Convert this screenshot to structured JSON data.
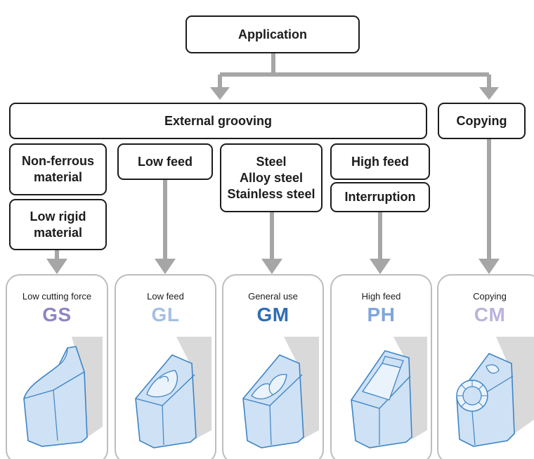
{
  "top": {
    "label": "Application"
  },
  "categories": {
    "external": "External grooving",
    "copying": "Copying"
  },
  "conditions": [
    {
      "label": "Non-ferrous\nmaterial"
    },
    {
      "label": "Low rigid\nmaterial"
    },
    {
      "label": "Low feed"
    },
    {
      "label": "Steel\nAlloy steel\nStainless steel"
    },
    {
      "label": "High feed"
    },
    {
      "label": "Interruption"
    }
  ],
  "chipbreakers": [
    {
      "use": "Low cutting force",
      "code": "GS",
      "color": "#8e86c2",
      "icon": "insert-gs-icon"
    },
    {
      "use": "Low feed",
      "code": "GL",
      "color": "#a3bfe4",
      "icon": "insert-gl-icon"
    },
    {
      "use": "General use",
      "code": "GM",
      "color": "#2f6eb5",
      "icon": "insert-gm-icon"
    },
    {
      "use": "High feed",
      "code": "PH",
      "color": "#7ea6dc",
      "icon": "insert-ph-icon"
    },
    {
      "use": "Copying",
      "code": "CM",
      "color": "#bcb3dc",
      "icon": "insert-cm-icon"
    }
  ],
  "colors": {
    "arrow": "#a6a6a6",
    "box_border": "#1c1c1c",
    "card_border": "#bdbdbd",
    "insert_fill": "#cfe1f4",
    "insert_stroke": "#3d85c6",
    "holder": "#d9d9d9"
  }
}
